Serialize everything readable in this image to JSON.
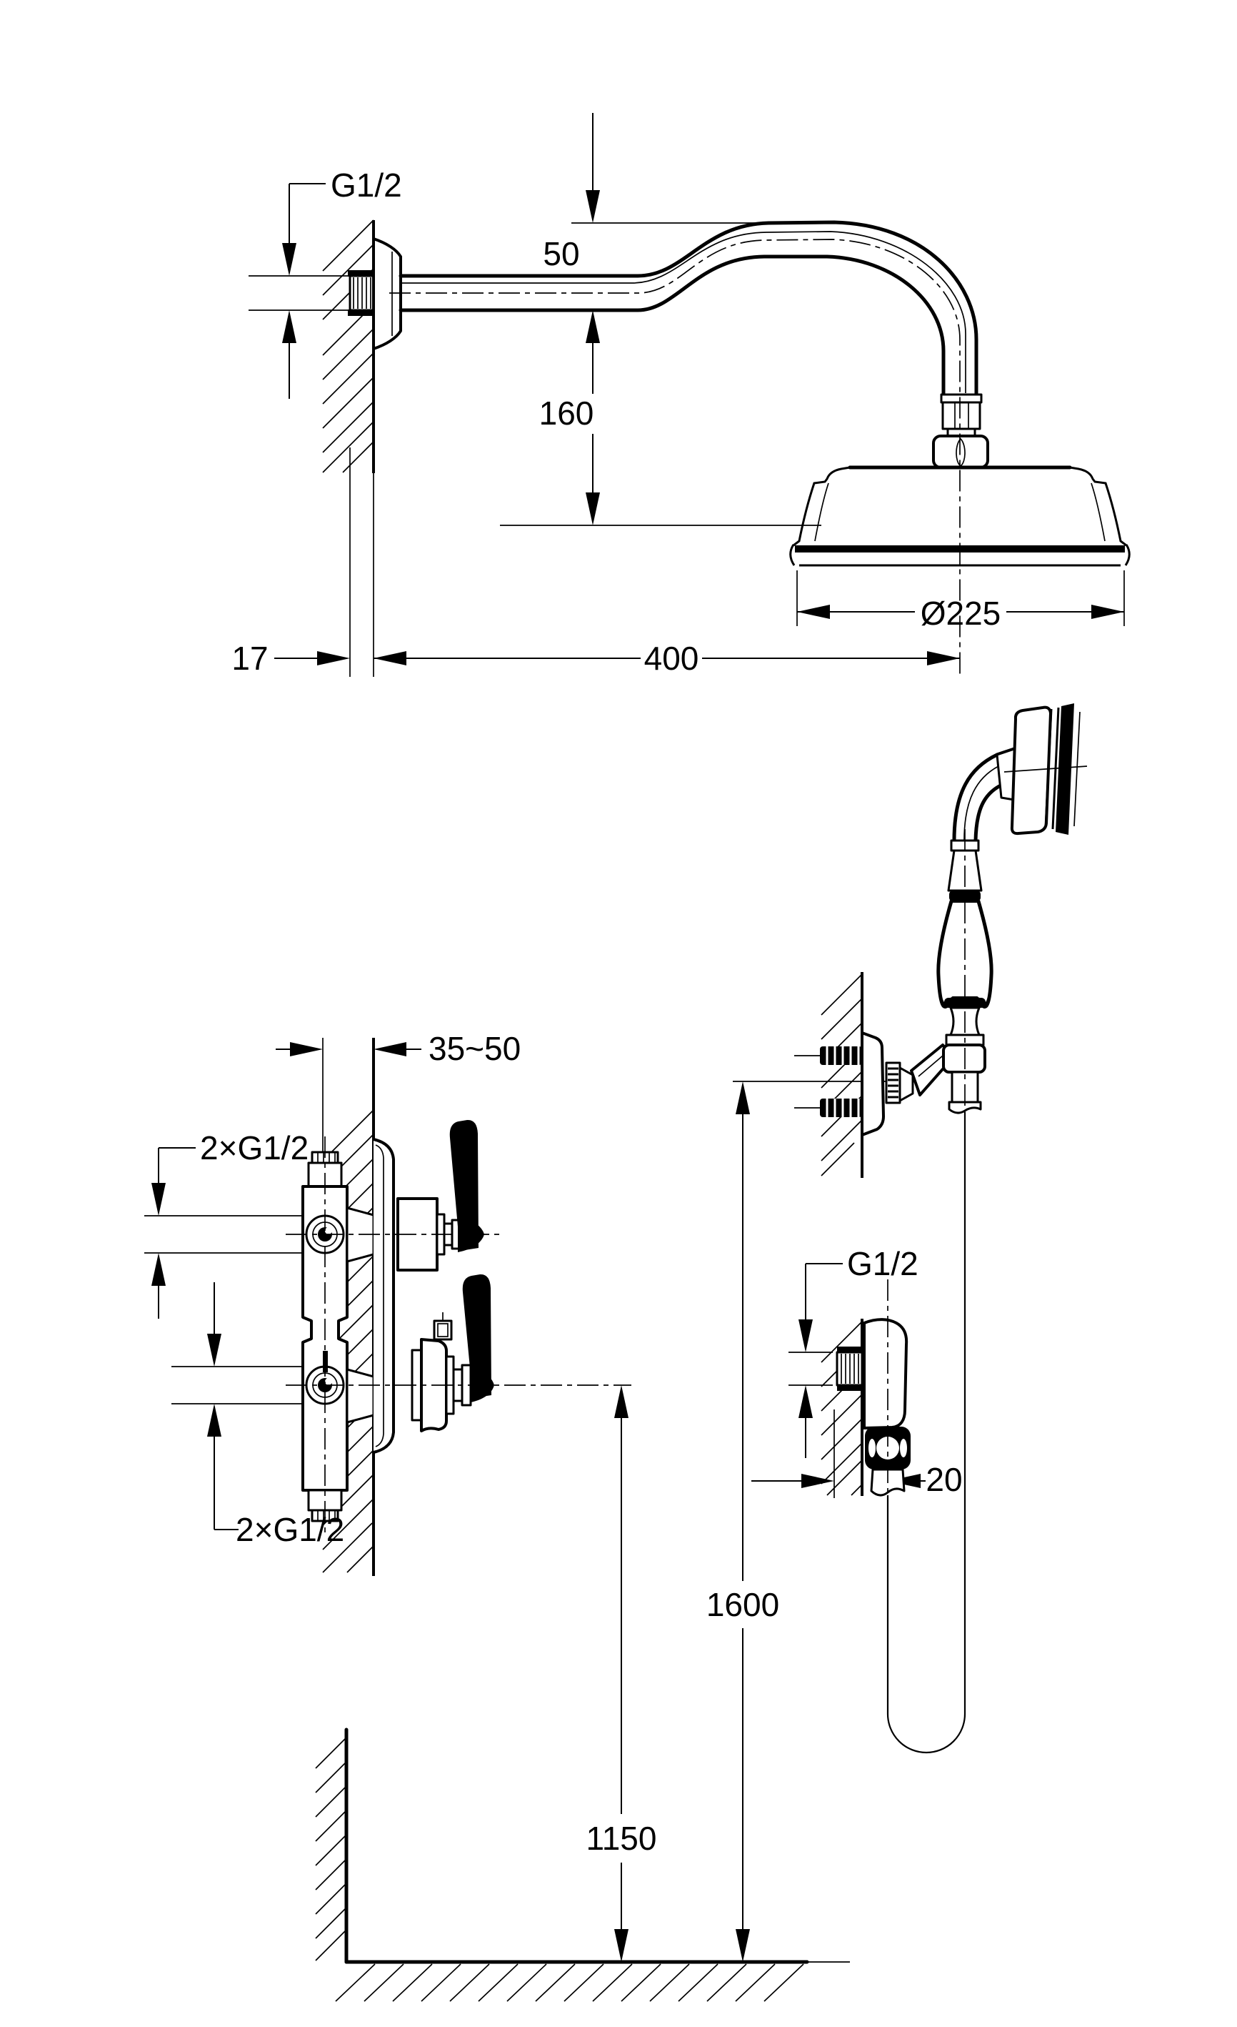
{
  "drawing": {
    "kind": "installation dimension drawing",
    "subject": "shower set with overhead shower, concealed thermostatic mixer and hand shower",
    "units": "mm",
    "line_color": "#000000",
    "background_color": "#ffffff"
  },
  "overhead_shower": {
    "labels": {
      "wall_thread": "G1/2",
      "curve_rise": "50",
      "drop_height": "160",
      "head_diameter": "Ø225",
      "wall_clearance": "17",
      "arm_reach": "400"
    }
  },
  "concealed_valve": {
    "labels": {
      "install_depth": "35~50",
      "upper_connections": "2×G1/2",
      "lower_connections": "2×G1/2",
      "center_height": "1150"
    }
  },
  "hand_shower": {
    "labels": {
      "outlet_thread": "G1/2",
      "outlet_offset": "20",
      "holder_height": "1600"
    }
  }
}
